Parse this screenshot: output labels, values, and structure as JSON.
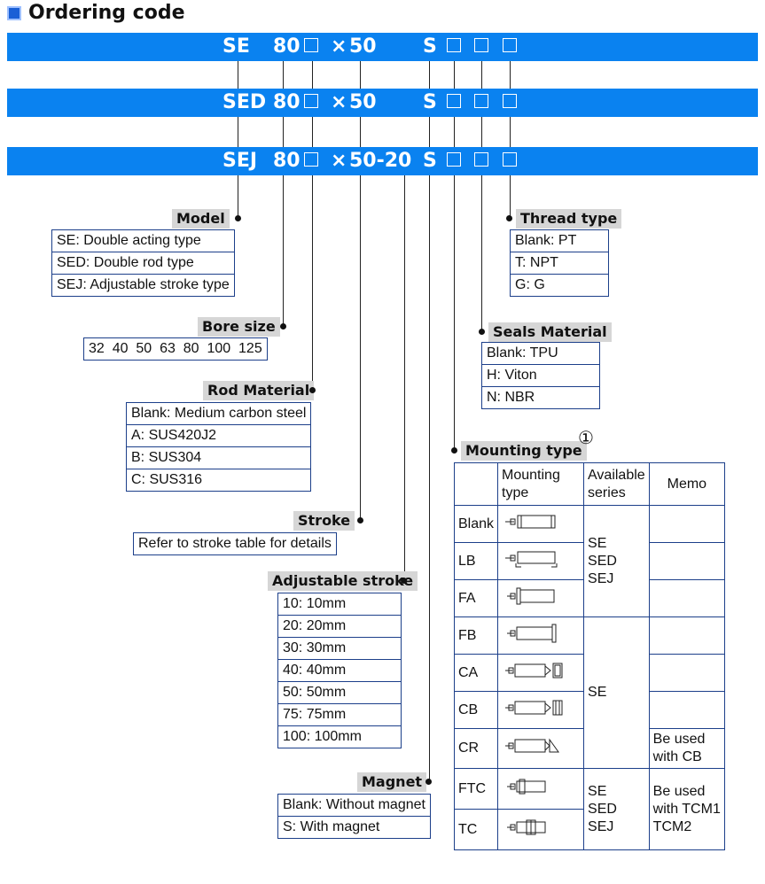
{
  "title": "Ordering code",
  "bands": [
    {
      "prefix": "SE",
      "bore": "80",
      "times": "×",
      "stroke": "50",
      "magnet": "S"
    },
    {
      "prefix": "SED",
      "bore": "80",
      "times": "×",
      "stroke": "50",
      "magnet": "S"
    },
    {
      "prefix": "SEJ",
      "bore": "80",
      "times": "×",
      "stroke": "50-20",
      "magnet": "S"
    }
  ],
  "model": {
    "label": "Model",
    "items": [
      "SE: Double acting type",
      "SED: Double rod type",
      "SEJ: Adjustable stroke type"
    ]
  },
  "bore_size": {
    "label": "Bore size",
    "values": "32  40  50  63  80  100  125"
  },
  "rod_material": {
    "label": "Rod Material",
    "items": [
      "Blank: Medium carbon steel",
      "A: SUS420J2",
      "B: SUS304",
      "C: SUS316"
    ]
  },
  "stroke": {
    "label": "Stroke",
    "note": "Refer to stroke table for details"
  },
  "adjustable_stroke": {
    "label": "Adjustable stroke",
    "items": [
      "10: 10mm",
      "20: 20mm",
      "30: 30mm",
      "40: 40mm",
      "50: 50mm",
      "75: 75mm",
      "100: 100mm"
    ]
  },
  "magnet": {
    "label": "Magnet",
    "items": [
      "Blank: Without magnet",
      "S: With magnet"
    ]
  },
  "thread_type": {
    "label": "Thread type",
    "items": [
      "Blank: PT",
      "T: NPT",
      "G: G"
    ]
  },
  "seals_material": {
    "label": "Seals Material",
    "items": [
      "Blank: TPU",
      "H: Viton",
      "N: NBR"
    ]
  },
  "mounting_type": {
    "label": "Mounting type",
    "footnote_mark": "①",
    "headers": {
      "type": "Mounting type",
      "series": "Available series",
      "memo": "Memo"
    },
    "rows": [
      "Blank",
      "LB",
      "FA",
      "FB",
      "CA",
      "CB",
      "CR",
      "FTC",
      "TC"
    ],
    "series_groups": [
      "SE\nSED\nSEJ",
      "SE",
      "SE\nSED\nSEJ"
    ],
    "memo_cr": "Be used with CB",
    "memo_ftc": "Be used with TCM1 TCM2"
  },
  "colors": {
    "band": "#0a82f0",
    "table_border": "#1c3f8a",
    "header_bg": "#d6d6d6"
  }
}
